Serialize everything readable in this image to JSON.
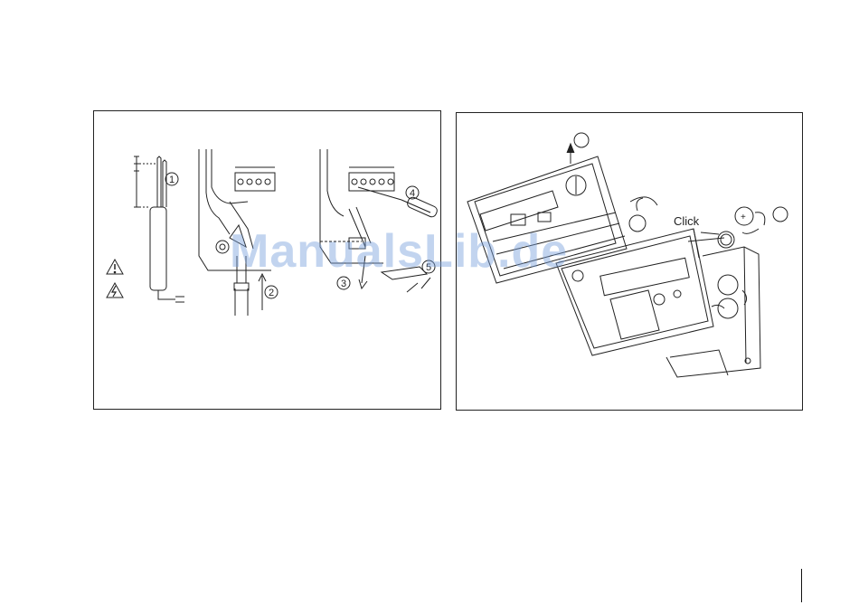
{
  "left_panel": {
    "step_numbers": [
      "1",
      "2",
      "3",
      "4",
      "5"
    ],
    "warning_icon": "warning-triangle-icon",
    "electric_icon": "high-voltage-icon"
  },
  "right_panel": {
    "click_label": "Click"
  },
  "watermark": {
    "text": "ManualsLib.de",
    "color": "#78a0dc"
  }
}
